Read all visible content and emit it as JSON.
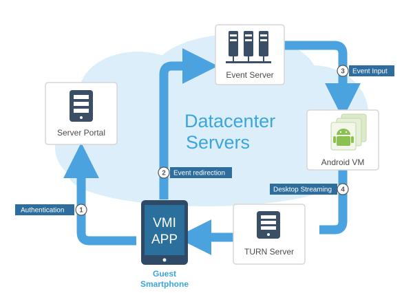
{
  "cloud": {
    "title_line1": "Datacenter",
    "title_line2": "Servers"
  },
  "nodes": {
    "server_portal": "Server Portal",
    "event_server": "Event Server",
    "android_vm": "Android VM",
    "turn_server": "TURN Server",
    "vmi_app_line1": "VMI",
    "vmi_app_line2": "APP",
    "guest_line1": "Guest",
    "guest_line2": "Smartphone"
  },
  "flows": [
    {
      "number": "1",
      "label": "Authentication"
    },
    {
      "number": "2",
      "label": "Event redirection"
    },
    {
      "number": "3",
      "label": "Event Input"
    },
    {
      "number": "4",
      "label": "Desktop Streaming"
    }
  ],
  "colors": {
    "arrow": "#4aa3de",
    "cloud": "#dceef9",
    "label_bg": "#2e6e9e",
    "title": "#3ba6dc",
    "phone": "#2f4a66"
  }
}
